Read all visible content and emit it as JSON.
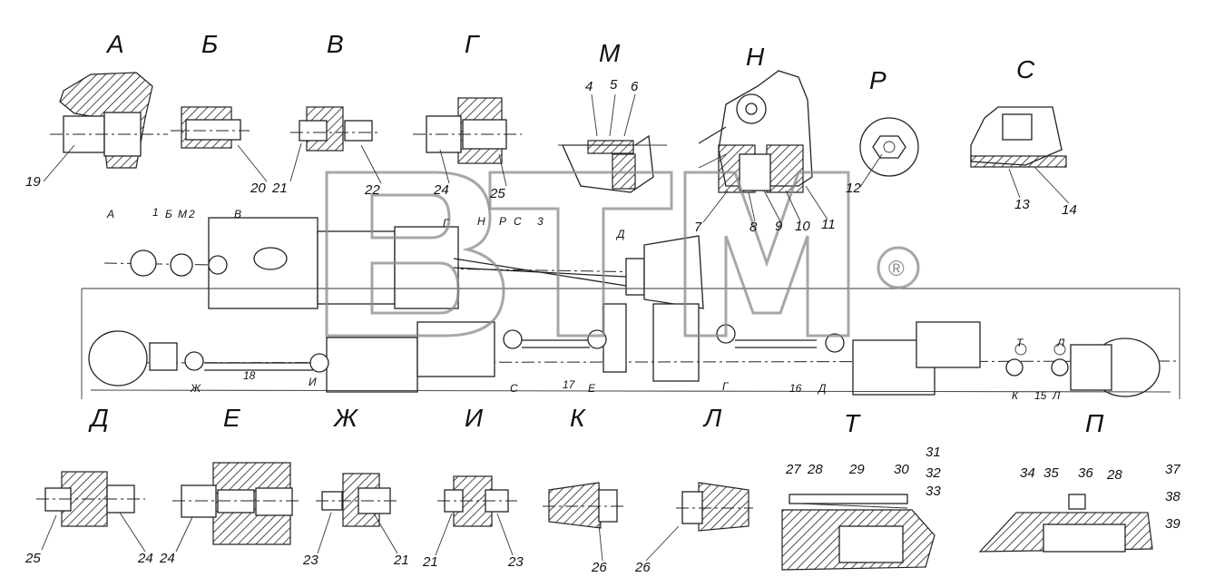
{
  "view_letters_top": [
    "А",
    "Б",
    "В",
    "Г",
    "М",
    "Н",
    "Р",
    "С"
  ],
  "view_letters_bottom": [
    "Д",
    "Е",
    "Ж",
    "И",
    "К",
    "Л",
    "Т",
    "П"
  ],
  "callouts_top": [
    "19",
    "20",
    "21",
    "22",
    "24",
    "25",
    "4",
    "5",
    "6",
    "7",
    "8",
    "9",
    "10",
    "11",
    "12",
    "13",
    "14"
  ],
  "callouts_mid_upper": [
    "А",
    "1",
    "Б",
    "М",
    "2",
    "В",
    "Г",
    "Н",
    "Р",
    "С",
    "3",
    "Д"
  ],
  "callouts_mid_lower": [
    "Ж",
    "18",
    "И",
    "С",
    "17",
    "Е",
    "Г",
    "16",
    "Д",
    "Т",
    "Л",
    "К",
    "15",
    "Л"
  ],
  "callouts_bottom": [
    "25",
    "24",
    "24",
    "23",
    "21",
    "21",
    "23",
    "26",
    "26",
    "27",
    "28",
    "29",
    "30",
    "31",
    "32",
    "33",
    "34",
    "35",
    "36",
    "28",
    "37",
    "38",
    "39"
  ],
  "watermark": {
    "text": "BTM",
    "mark": "®",
    "color": "#8a8a8a"
  }
}
